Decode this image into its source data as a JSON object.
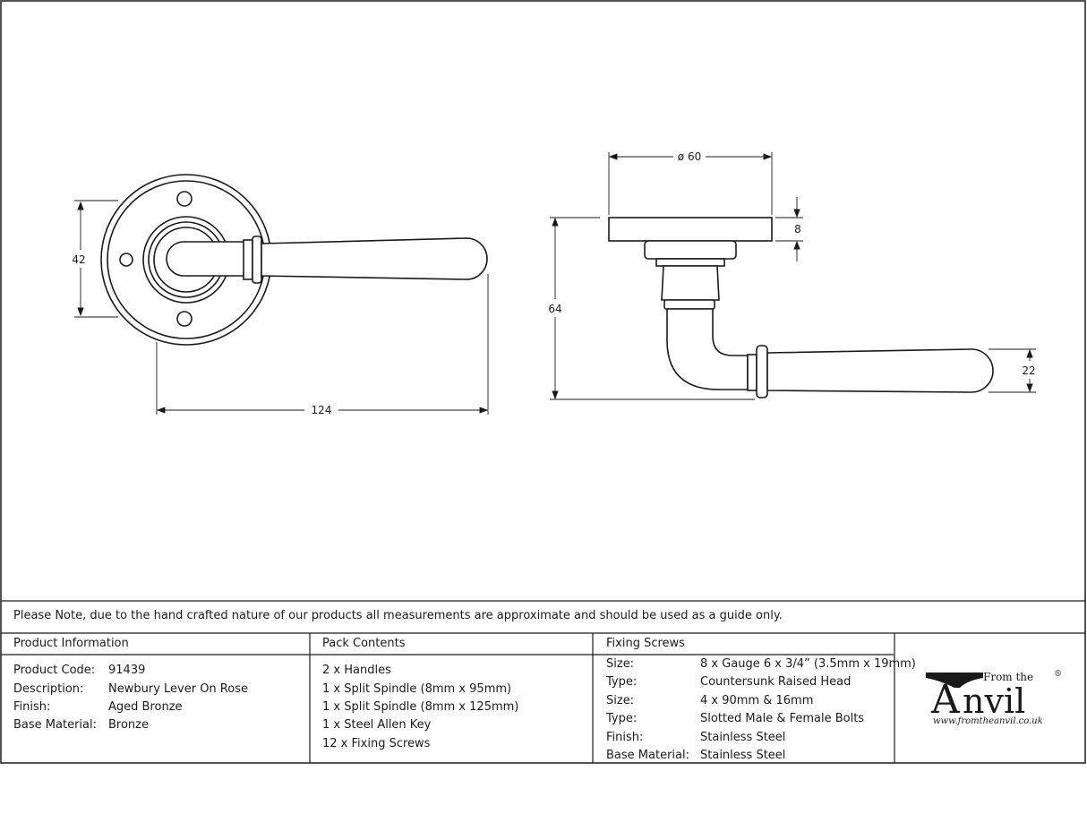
{
  "drawing": {
    "dimensions": {
      "front_height": "42",
      "front_width": "124",
      "rose_diameter": "ø 60",
      "rose_thickness": "8",
      "projection": "64",
      "lever_height": "22"
    }
  },
  "note": "Please Note, due to the hand crafted nature of our products all measurements are approximate and should be used as a guide only.",
  "product_info": {
    "header": "Product Information",
    "rows": [
      {
        "label": "Product Code:",
        "value": "91439"
      },
      {
        "label": "Description:",
        "value": "Newbury Lever On Rose"
      },
      {
        "label": "Finish:",
        "value": "Aged Bronze"
      },
      {
        "label": "Base Material:",
        "value": "Bronze"
      }
    ]
  },
  "pack_contents": {
    "header": "Pack Contents",
    "items": [
      "2 x Handles",
      "1 x Split Spindle (8mm x 95mm)",
      "1 x Split Spindle (8mm x 125mm)",
      "1 x Steel Allen Key",
      "12 x Fixing Screws"
    ]
  },
  "fixing_screws": {
    "header": "Fixing Screws",
    "rows": [
      {
        "label": "Size:",
        "value": "8 x Gauge 6 x 3/4” (3.5mm x 19mm)"
      },
      {
        "label": "Type:",
        "value": "Countersunk Raised Head"
      },
      {
        "label": "Size:",
        "value": "4 x 90mm & 16mm"
      },
      {
        "label": "Type:",
        "value": "Slotted Male & Female Bolts"
      },
      {
        "label": "Finish:",
        "value": "Stainless Steel"
      },
      {
        "label": "Base Material:",
        "value": "Stainless Steel"
      }
    ]
  },
  "logo": {
    "from_the": "From the",
    "registered": "®",
    "a_letter": "A",
    "nvil": "nvil",
    "url": "www.fromtheanvil.co.uk"
  }
}
